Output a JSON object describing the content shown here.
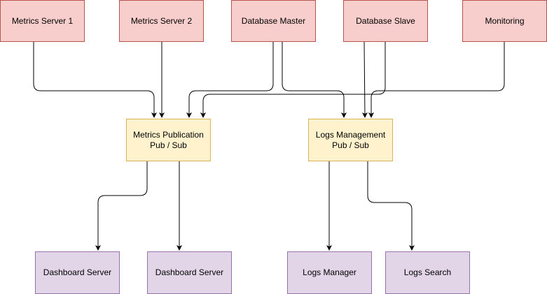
{
  "colors": {
    "source_fill": "#f8cecc",
    "source_stroke": "#b85450",
    "hub_fill": "#fff2cc",
    "hub_stroke": "#d6b656",
    "sink_fill": "#e1d5e7",
    "sink_stroke": "#9673a6",
    "edge": "#000000"
  },
  "sources": {
    "metrics_server_1": "Metrics Server 1",
    "metrics_server_2": "Metrics Server 2",
    "database_master": "Database Master",
    "database_slave": "Database Slave",
    "monitoring": "Monitoring"
  },
  "hubs": {
    "metrics_pubsub": {
      "line1": "Metrics Publication",
      "line2": "Pub / Sub"
    },
    "logs_pubsub": {
      "line1": "Logs Management",
      "line2": "Pub / Sub"
    }
  },
  "sinks": {
    "dashboard_server_1": "Dashboard Server",
    "dashboard_server_2": "Dashboard Server",
    "logs_manager": "Logs Manager",
    "logs_search": "Logs Search"
  },
  "edges": [
    {
      "from": "metrics_server_1",
      "to": "metrics_pubsub"
    },
    {
      "from": "metrics_server_2",
      "to": "metrics_pubsub"
    },
    {
      "from": "database_master",
      "to": "metrics_pubsub"
    },
    {
      "from": "database_slave",
      "to": "metrics_pubsub"
    },
    {
      "from": "database_master",
      "to": "logs_pubsub"
    },
    {
      "from": "database_slave",
      "to": "logs_pubsub"
    },
    {
      "from": "monitoring",
      "to": "logs_pubsub"
    },
    {
      "from": "metrics_pubsub",
      "to": "dashboard_server_1"
    },
    {
      "from": "metrics_pubsub",
      "to": "dashboard_server_2"
    },
    {
      "from": "logs_pubsub",
      "to": "logs_manager"
    },
    {
      "from": "logs_pubsub",
      "to": "logs_search"
    }
  ]
}
